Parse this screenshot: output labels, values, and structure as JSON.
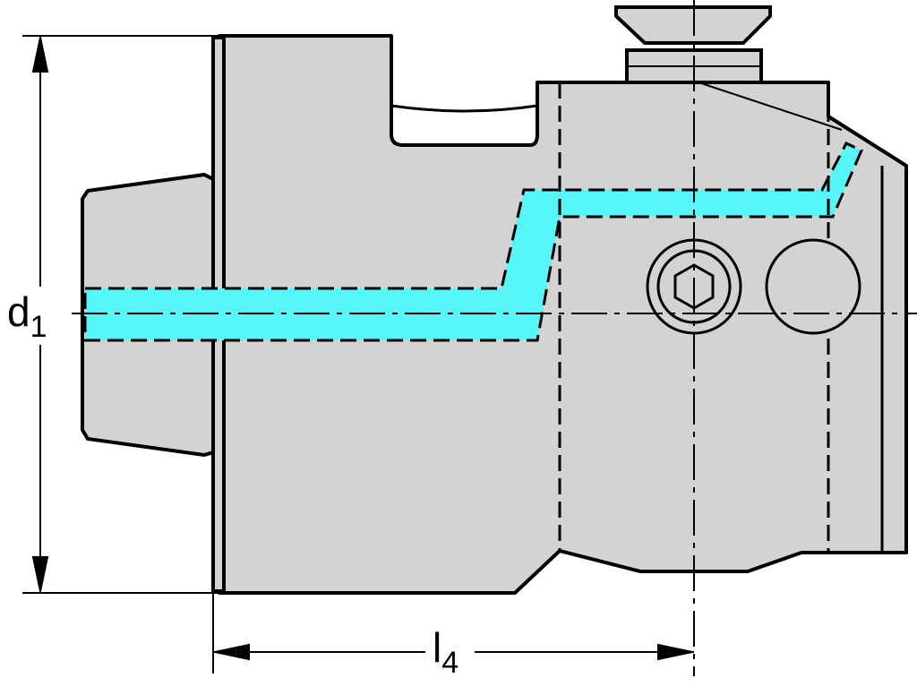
{
  "drawing": {
    "dimensions": [
      {
        "symbol": "d",
        "subscript": "1"
      },
      {
        "symbol": "l",
        "subscript": "4"
      }
    ]
  },
  "colors": {
    "body": "#d3d3d3",
    "coolant": "#55f5f8",
    "line": "#000000"
  }
}
